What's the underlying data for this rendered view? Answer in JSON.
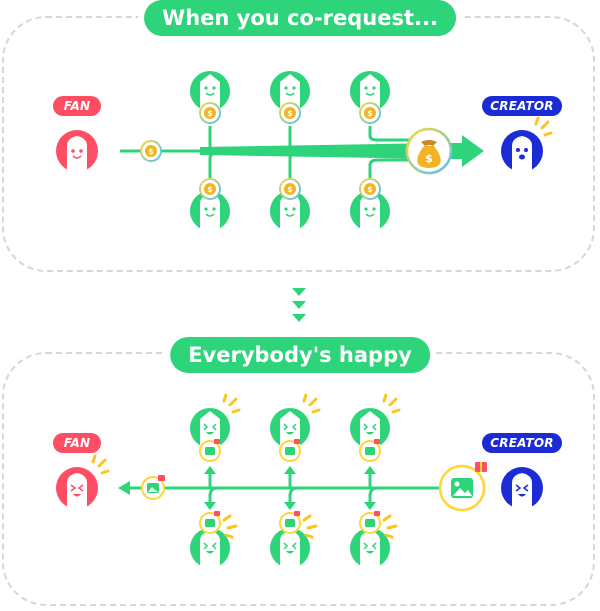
{
  "top": {
    "title": "When you co-request..."
  },
  "bottom": {
    "title": "Everybody's happy"
  },
  "roles": {
    "fan": "FAN",
    "creator": "CREATOR"
  },
  "colors": {
    "green": "#2ed47a",
    "fan_red": "#ff4d63",
    "creator_blue": "#1b2bd6",
    "accent_yellow": "#ffc31f",
    "coin_gold": "#f2b325"
  },
  "icons": {
    "money": "money-bag-icon",
    "coin": "dollar-coin-icon",
    "gift_photo": "gift-photo-icon"
  }
}
